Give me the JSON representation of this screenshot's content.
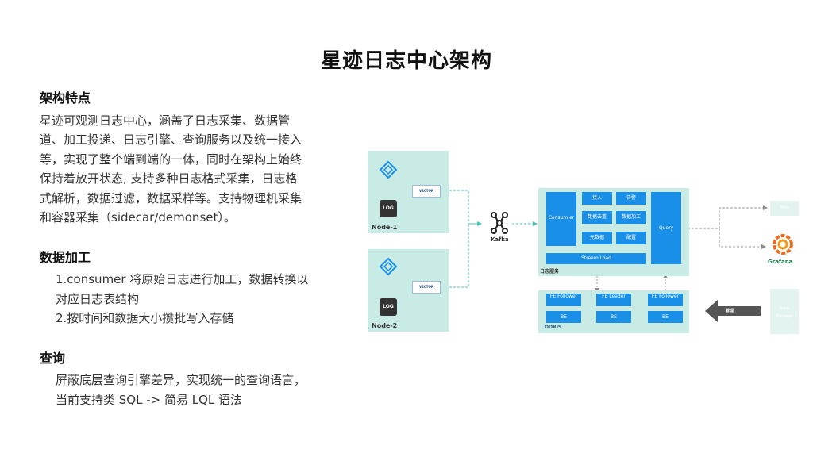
{
  "title": "星迹日志中心架构",
  "features": {
    "heading": "架构特点",
    "lines": [
      "星迹可观测日志中心，涵盖了日志采集、数据管",
      "道、加工投递、日志引擎、查询服务以及统一接入",
      "等，实现了整个端到端的一体，同时在架构上始终",
      "保持着放开状态, 支持多种日志格式采集，日志格",
      "式解析，数据过滤，数据采样等。支持物理机采集",
      "和容器采集（sidecar/demonset）。"
    ]
  },
  "processing": {
    "heading": "数据加工",
    "lines": [
      "1.consumer 将原始日志进行加工，数据转换以",
      "对应日志表结构",
      "2.按时间和数据大小攒批写入存储"
    ]
  },
  "query": {
    "heading": "查询",
    "lines": [
      "屏蔽底层查询引擎差异，实现统一的查询语言，",
      "当前支持类 SQL -> 简易 LQL 语法"
    ]
  },
  "diagram": {
    "node1_label": "Node-1",
    "node2_label": "Node-2",
    "log_icon_text": "LOG",
    "vector_text": "VECTOR",
    "kafka_label": "Kafka",
    "consumer_label": "Consum er",
    "ingest_label": "接入",
    "alert_label": "告警",
    "dedupe_label": "数据去重",
    "process_label": "数据加工",
    "meta_label": "元数据",
    "config_label": "配置",
    "stream_load_label": "Stream Load",
    "query_label": "Query",
    "log_service_label": "日志服务",
    "fe_follower_1": "FE Follower",
    "fe_leader": "FE Leader",
    "fe_follower_2": "FE Follower",
    "be_1": "BE",
    "be_2": "BE",
    "be_3": "BE",
    "doris_label": "DORIS",
    "web_label": "Web",
    "grafana_label": "Grafana",
    "doris_manager_label": "Doris Manager",
    "manage_label": "管理"
  },
  "colors": {
    "accent_blue": "#1a8fe8",
    "panel_green": "#c8ebe5",
    "arrow_teal": "#46c6b4"
  }
}
